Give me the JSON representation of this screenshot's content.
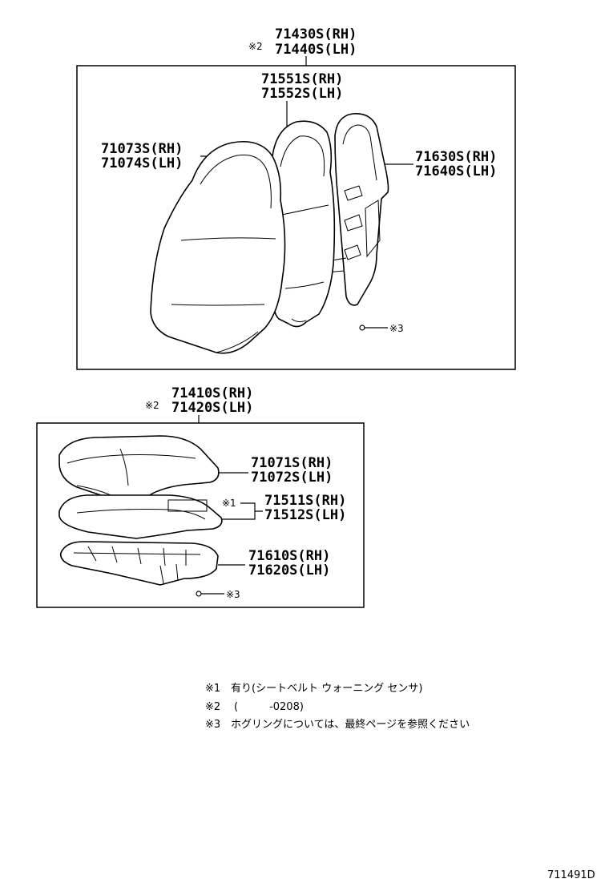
{
  "upper_group": {
    "marker": "※2",
    "assembly": [
      "71430S(RH)",
      "71440S(LH)"
    ],
    "cover": [
      "71551S(RH)",
      "71552S(LH)"
    ],
    "pad": [
      "71073S(RH)",
      "71074S(LH)"
    ],
    "frame": [
      "71630S(RH)",
      "71640S(LH)"
    ],
    "hog_ring_note": "※3"
  },
  "lower_group": {
    "marker": "※2",
    "assembly": [
      "71410S(RH)",
      "71420S(LH)"
    ],
    "pad": [
      "71071S(RH)",
      "71072S(LH)"
    ],
    "sensor_marker": "※1",
    "cover": [
      "71511S(RH)",
      "71512S(LH)"
    ],
    "frame": [
      "71610S(RH)",
      "71620S(LH)"
    ],
    "hog_ring_note": "※3"
  },
  "notes": [
    {
      "mark": "※1",
      "text": "有り(シートベルト ウォーニング センサ)"
    },
    {
      "mark": "※2",
      "text": "(　　　-0208)"
    },
    {
      "mark": "※3",
      "text": "ホグリングについては、最終ページを参照ください"
    }
  ],
  "figure_id": "711491D"
}
